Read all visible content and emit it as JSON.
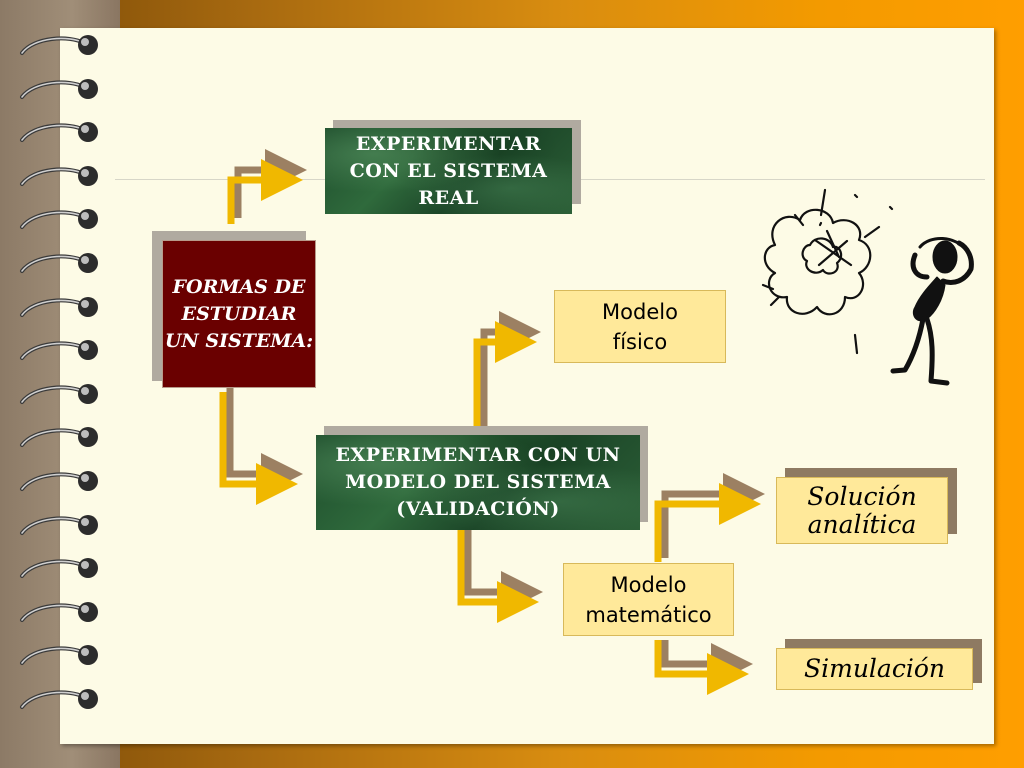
{
  "diagram": {
    "root": {
      "label": "FORMAS DE ESTUDIAR UN SISTEMA:"
    },
    "nodes": {
      "real": {
        "label": "EXPERIMENTAR CON EL SISTEMA REAL"
      },
      "modelo": {
        "label": "EXPERIMENTAR CON UN MODELO DEL SISTEMA (VALIDACIÓN)"
      },
      "fisico": {
        "label": "Modelo físico"
      },
      "matematico": {
        "label": "Modelo matemático"
      },
      "analitica": {
        "label": "Solución analítica"
      },
      "simulacion": {
        "label": "Simulación"
      }
    },
    "colors": {
      "arrow_yellow": "#f0b800",
      "arrow_brown": "#9c8062",
      "green_box": "#1f4e2c",
      "maroon_box": "#6a0000",
      "tan_box": "#ffe99a",
      "background_orange": "#f39a00"
    }
  },
  "decorations": {
    "spiral_rings": 16,
    "illustration": "confused-stick-figure-with-thought-cloud"
  }
}
